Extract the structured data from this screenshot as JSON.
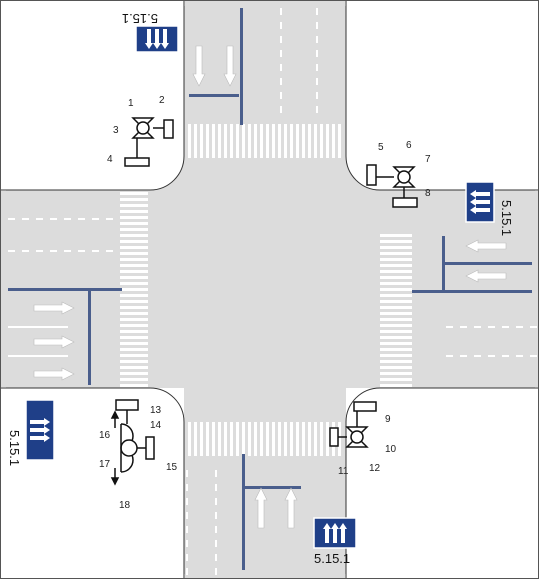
{
  "diagram": {
    "signs": [
      {
        "id": "top-left",
        "label": "5.15.1"
      },
      {
        "id": "right",
        "label": "5.15.1"
      },
      {
        "id": "left",
        "label": "5.15.1"
      },
      {
        "id": "bottom",
        "label": "5.15.1"
      }
    ],
    "callouts": [
      "1",
      "2",
      "3",
      "4",
      "5",
      "6",
      "7",
      "8",
      "9",
      "10",
      "11",
      "12",
      "13",
      "14",
      "15",
      "16",
      "17",
      "18"
    ]
  },
  "colors": {
    "background": "#ffffff",
    "road": "#dcdcdc",
    "lane_mark": "#ffffff",
    "arrow_fill": "#ffffff",
    "sign_blue": "#1f3f88",
    "stop_line": "#4a5e8c",
    "signal_outline": "#111111"
  },
  "icons": [
    "road-sign-icon",
    "traffic-light-icon",
    "lane-arrow-icon",
    "crosswalk-icon"
  ]
}
